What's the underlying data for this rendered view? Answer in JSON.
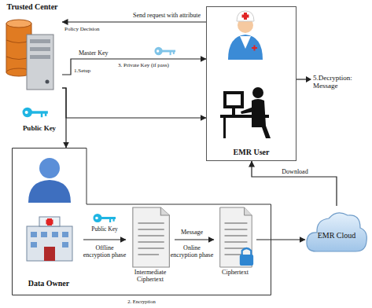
{
  "diagram": {
    "nodes": [
      {
        "text": [
          "Trusted Center"
        ]
      },
      {
        "text": [
          "EMR User"
        ]
      },
      {
        "text": [
          "EMR Cloud"
        ]
      },
      {
        "text": [
          "2. Encryption"
        ]
      },
      {
        "text": [
          "Data Owner"
        ],
        "in": 3
      },
      {
        "text": [
          "Intermediate Ciphertext"
        ],
        "in": 3
      },
      {
        "text": [
          "Ciphertext"
        ],
        "in": 3
      }
    ],
    "edges": [
      {
        "from": 1,
        "to": 0,
        "label": "Send request with attribute",
        "arrow": "to"
      },
      {
        "from": 0,
        "to": 1,
        "arrow": "to"
      },
      {
        "from": 0,
        "to": 1,
        "arrow": "to"
      },
      {
        "from": 0,
        "to": 3,
        "arrow": "to"
      },
      {
        "from": 4,
        "to": 5,
        "arrow": "to"
      },
      {
        "from": 5,
        "to": 6,
        "label": "Message",
        "arrow": "to"
      },
      {
        "from": 6,
        "to": 2,
        "arrow": "to"
      },
      {
        "from": 2,
        "to": 1,
        "label": "Download",
        "arrow": "to"
      }
    ],
    "labels": [
      "Policy Decision",
      "Master Key",
      "1.Setup",
      "3. Private Key (if pass)",
      "Public Key",
      "5.Decryption: Message",
      "Public Key",
      "Offline encryption phase",
      "Online encryption phase"
    ]
  }
}
